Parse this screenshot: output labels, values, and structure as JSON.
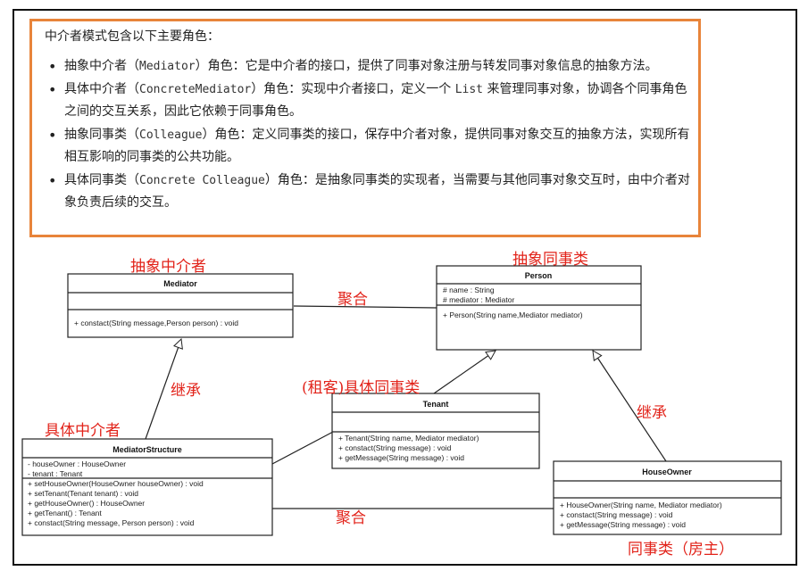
{
  "intro": "中介者模式包含以下主要角色：",
  "roles": [
    {
      "pre": "抽象中介者（",
      "code": "Mediator",
      "post": "）角色：它是中介者的接口，提供了同事对象注册与转发同事对象信息的抽象方法。"
    },
    {
      "pre": "具体中介者（",
      "code": "ConcreteMediator",
      "post": "）角色：实现中介者接口，定义一个 ",
      "code2": "List",
      "post2": " 来管理同事对象，协调各个同事角色之间的交互关系，因此它依赖于同事角色。"
    },
    {
      "pre": "抽象同事类（",
      "code": "Colleague",
      "post": "）角色：定义同事类的接口，保存中介者对象，提供同事对象交互的抽象方法，实现所有相互影响的同事类的公共功能。"
    },
    {
      "pre": "具体同事类（",
      "code": "Concrete Colleague",
      "post": "）角色：是抽象同事类的实现者，当需要与其他同事对象交互时，由中介者对象负责后续的交互。"
    }
  ],
  "classes": {
    "mediator": {
      "name": "Mediator",
      "attributes": [],
      "methods": [
        "+ constact(String message,Person person) : void"
      ]
    },
    "person": {
      "name": "Person",
      "attributes": [
        "# name : String",
        "# mediator : Mediator"
      ],
      "methods": [
        "+ Person(String name,Mediator mediator)"
      ]
    },
    "tenant": {
      "name": "Tenant",
      "attributes": [],
      "methods": [
        "+ Tenant(String name, Mediator mediator)",
        "+ constact(String message) : void",
        "+ getMessage(String message) : void"
      ]
    },
    "mediatorStructure": {
      "name": "MediatorStructure",
      "attributes": [
        "- houseOwner : HouseOwner",
        "- tenant : Tenant"
      ],
      "methods": [
        "+ setHouseOwner(HouseOwner houseOwner) : void",
        "+ setTenant(Tenant tenant) : void",
        "+ getHouseOwner() : HouseOwner",
        "+ getTenant() : Tenant",
        "+ constact(String message, Person person) : void"
      ]
    },
    "houseOwner": {
      "name": "HouseOwner",
      "attributes": [],
      "methods": [
        "+ HouseOwner(String name, Mediator mediator)",
        "+ constact(String message) : void",
        "+ getMessage(String message) : void"
      ]
    }
  },
  "annotations": {
    "abstract_mediator": "抽象中介者",
    "abstract_colleague": "抽象同事类",
    "aggregation_top": "聚合",
    "inherit_left": "继承",
    "tenant_role": "(租客)具体同事类",
    "concrete_mediator": "具体中介者",
    "inherit_right": "继承",
    "aggregation_bottom": "聚合",
    "owner_role": "同事类（房主）"
  }
}
